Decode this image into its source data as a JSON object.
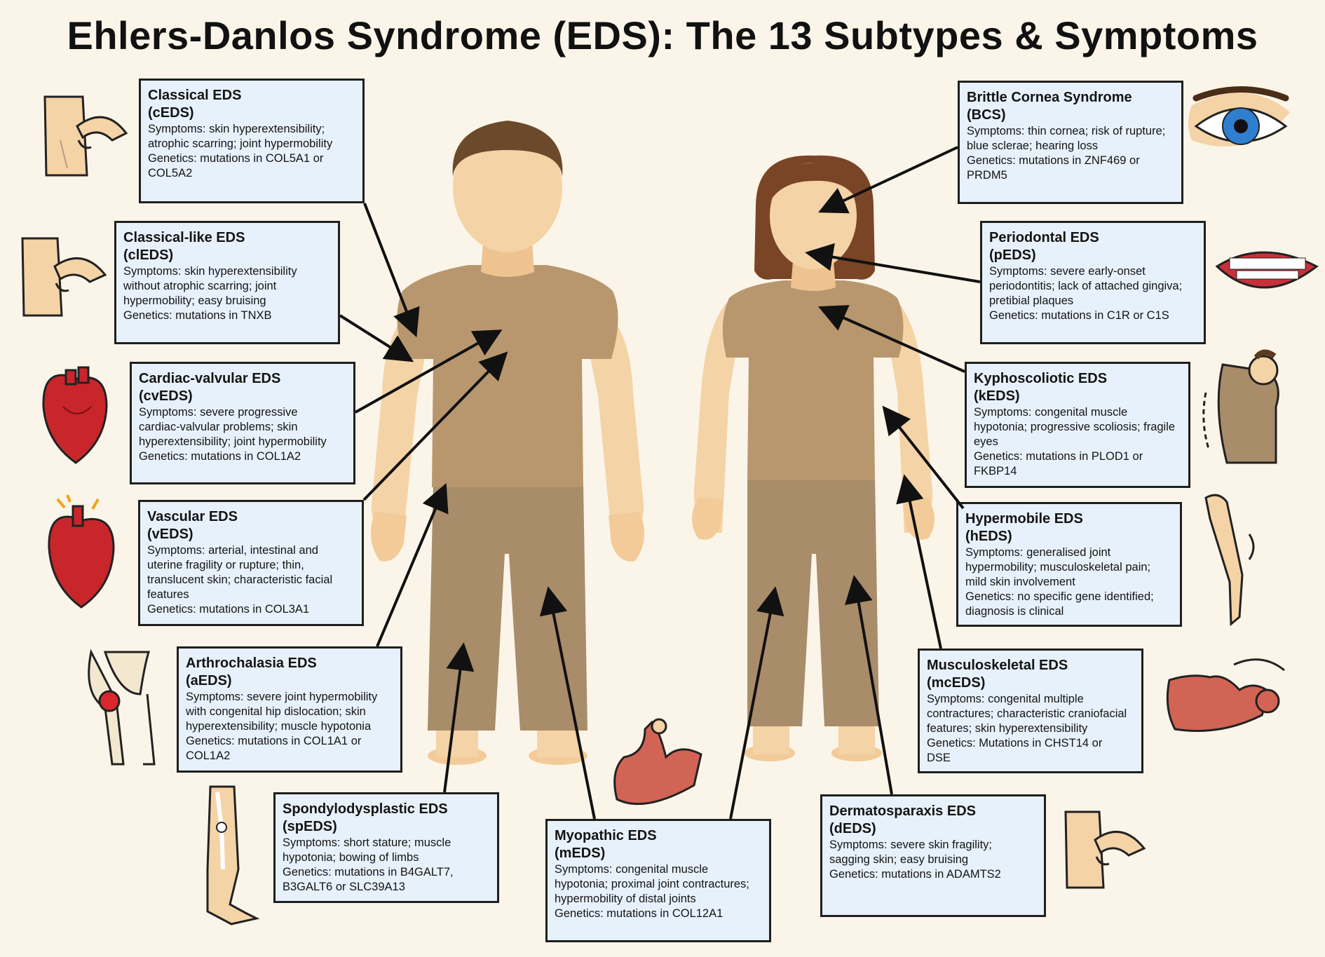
{
  "title": "Ehlers-Danlos Syndrome (EDS): The 13 Subtypes & Symptoms",
  "colors": {
    "background": "#fbf5e9",
    "box_fill": "#e7f1fb",
    "skin": "#f4d3a6",
    "shirt": "#b8976f",
    "pants": "#a98c69",
    "male_hair": "#6b4a2b",
    "female_hair": "#7a4526",
    "arrow": "#111111"
  },
  "subtypes": [
    {
      "id": "classical",
      "name": "Classical EDS",
      "abbr": "(cEDS)",
      "symptoms": "Symptoms: skin hyperextensibility;",
      "symptoms2": "atrophic scarring; joint hypermobility",
      "genetics": "Genetics: mutations in COL5A1 or",
      "genetics2": "COL5A2",
      "icon": "skin-pinch-icon"
    },
    {
      "id": "classical-like",
      "name": "Classical-like EDS",
      "abbr": "(clEDS)",
      "symptoms": "Symptoms: skin hyperextensibility",
      "symptoms2": "without atrophic scarring; joint",
      "symptoms3": "hypermobility; easy bruising",
      "genetics": "Genetics: mutations in TNXB",
      "icon": "skin-pinch-icon"
    },
    {
      "id": "cardiac-valvular",
      "name": "Cardiac-valvular EDS",
      "abbr": "(cvEDS)",
      "symptoms": "Symptoms: severe progressive",
      "symptoms2": "cardiac-valvular problems; skin",
      "symptoms3": "hyperextensibility; joint hypermobility",
      "genetics": "Genetics: mutations in COL1A2",
      "icon": "heart-icon"
    },
    {
      "id": "vascular",
      "name": "Vascular EDS",
      "abbr": "(vEDS)",
      "symptoms": "Symptoms: arterial, intestinal and",
      "symptoms2": "uterine fragility or rupture; thin,",
      "symptoms3": "translucent skin; characteristic facial",
      "symptoms4": "features",
      "genetics": "Genetics: mutations in COL3A1",
      "icon": "ruptured-heart-icon"
    },
    {
      "id": "arthrochalasia",
      "name": "Arthrochalasia EDS",
      "abbr": "(aEDS)",
      "symptoms": "Symptoms: severe joint hypermobility",
      "symptoms2": "with congenital hip dislocation; skin",
      "symptoms3": "hyperextensibility; muscle hypotonia",
      "genetics": "Genetics: mutations in COL1A1 or",
      "genetics2": "COL1A2",
      "icon": "hip-joint-icon"
    },
    {
      "id": "spondylodysplastic",
      "name": "Spondylodysplastic EDS",
      "abbr": "(spEDS)",
      "symptoms": "Symptoms: short stature; muscle",
      "symptoms2": "hypotonia; bowing of limbs",
      "genetics": "Genetics: mutations in B4GALT7,",
      "genetics2": "B3GALT6 or SLC39A13",
      "icon": "leg-bones-icon"
    },
    {
      "id": "myopathic",
      "name": "Myopathic EDS",
      "abbr": "(mEDS)",
      "symptoms": "Symptoms: congenital muscle",
      "symptoms2": "hypotonia; proximal joint contractures;",
      "symptoms3": "hypermobility of distal joints",
      "genetics": "Genetics: mutations in COL12A1",
      "icon": "flexed-arm-muscle-icon"
    },
    {
      "id": "dermatosparaxis",
      "name": "Dermatosparaxis EDS",
      "abbr": "(dEDS)",
      "symptoms": "Symptoms: severe skin fragility;",
      "symptoms2": "sagging skin; easy bruising",
      "genetics": "Genetics: mutations in ADAMTS2",
      "icon": "skin-pinch-icon"
    },
    {
      "id": "musculoskeletal",
      "name": "Musculoskeletal EDS",
      "abbr": "(mcEDS)",
      "symptoms": "Symptoms: congenital multiple",
      "symptoms2": "contractures; characteristic craniofacial",
      "symptoms3": "features; skin hyperextensibility",
      "genetics": "Genetics: Mutations in CHST14 or",
      "genetics2": "DSE",
      "icon": "arm-muscle-icon"
    },
    {
      "id": "hypermobile",
      "name": "Hypermobile EDS",
      "abbr": "(hEDS)",
      "symptoms": "Symptoms: generalised joint",
      "symptoms2": "hypermobility; musculoskeletal pain;",
      "symptoms3": "mild skin involvement",
      "genetics": "Genetics: no specific gene identified;",
      "genetics2": "diagnosis is clinical",
      "icon": "bending-arm-icon"
    },
    {
      "id": "kyphoscoliotic",
      "name": "Kyphoscoliotic EDS",
      "abbr": "(kEDS)",
      "symptoms": "Symptoms: congenital muscle",
      "symptoms2": "hypotonia; progressive scoliosis; fragile",
      "symptoms3": "eyes",
      "genetics": "Genetics: mutations in PLOD1 or",
      "genetics2": "FKBP14",
      "icon": "curved-spine-icon"
    },
    {
      "id": "periodontal",
      "name": "Periodontal EDS",
      "abbr": "(pEDS)",
      "symptoms": "Symptoms: severe early-onset",
      "symptoms2": "periodontitis; lack of attached gingiva;",
      "symptoms3": "pretibial plaques",
      "genetics": "Genetics: mutations in C1R or C1S",
      "icon": "teeth-gums-icon"
    },
    {
      "id": "brittle-cornea",
      "name": "Brittle Cornea Syndrome",
      "abbr": "(BCS)",
      "symptoms": "Symptoms: thin cornea; risk of rupture;",
      "symptoms2": "blue sclerae; hearing loss",
      "genetics": "Genetics: mutations in ZNF469 or",
      "genetics2": "PRDM5",
      "icon": "eye-icon"
    }
  ]
}
